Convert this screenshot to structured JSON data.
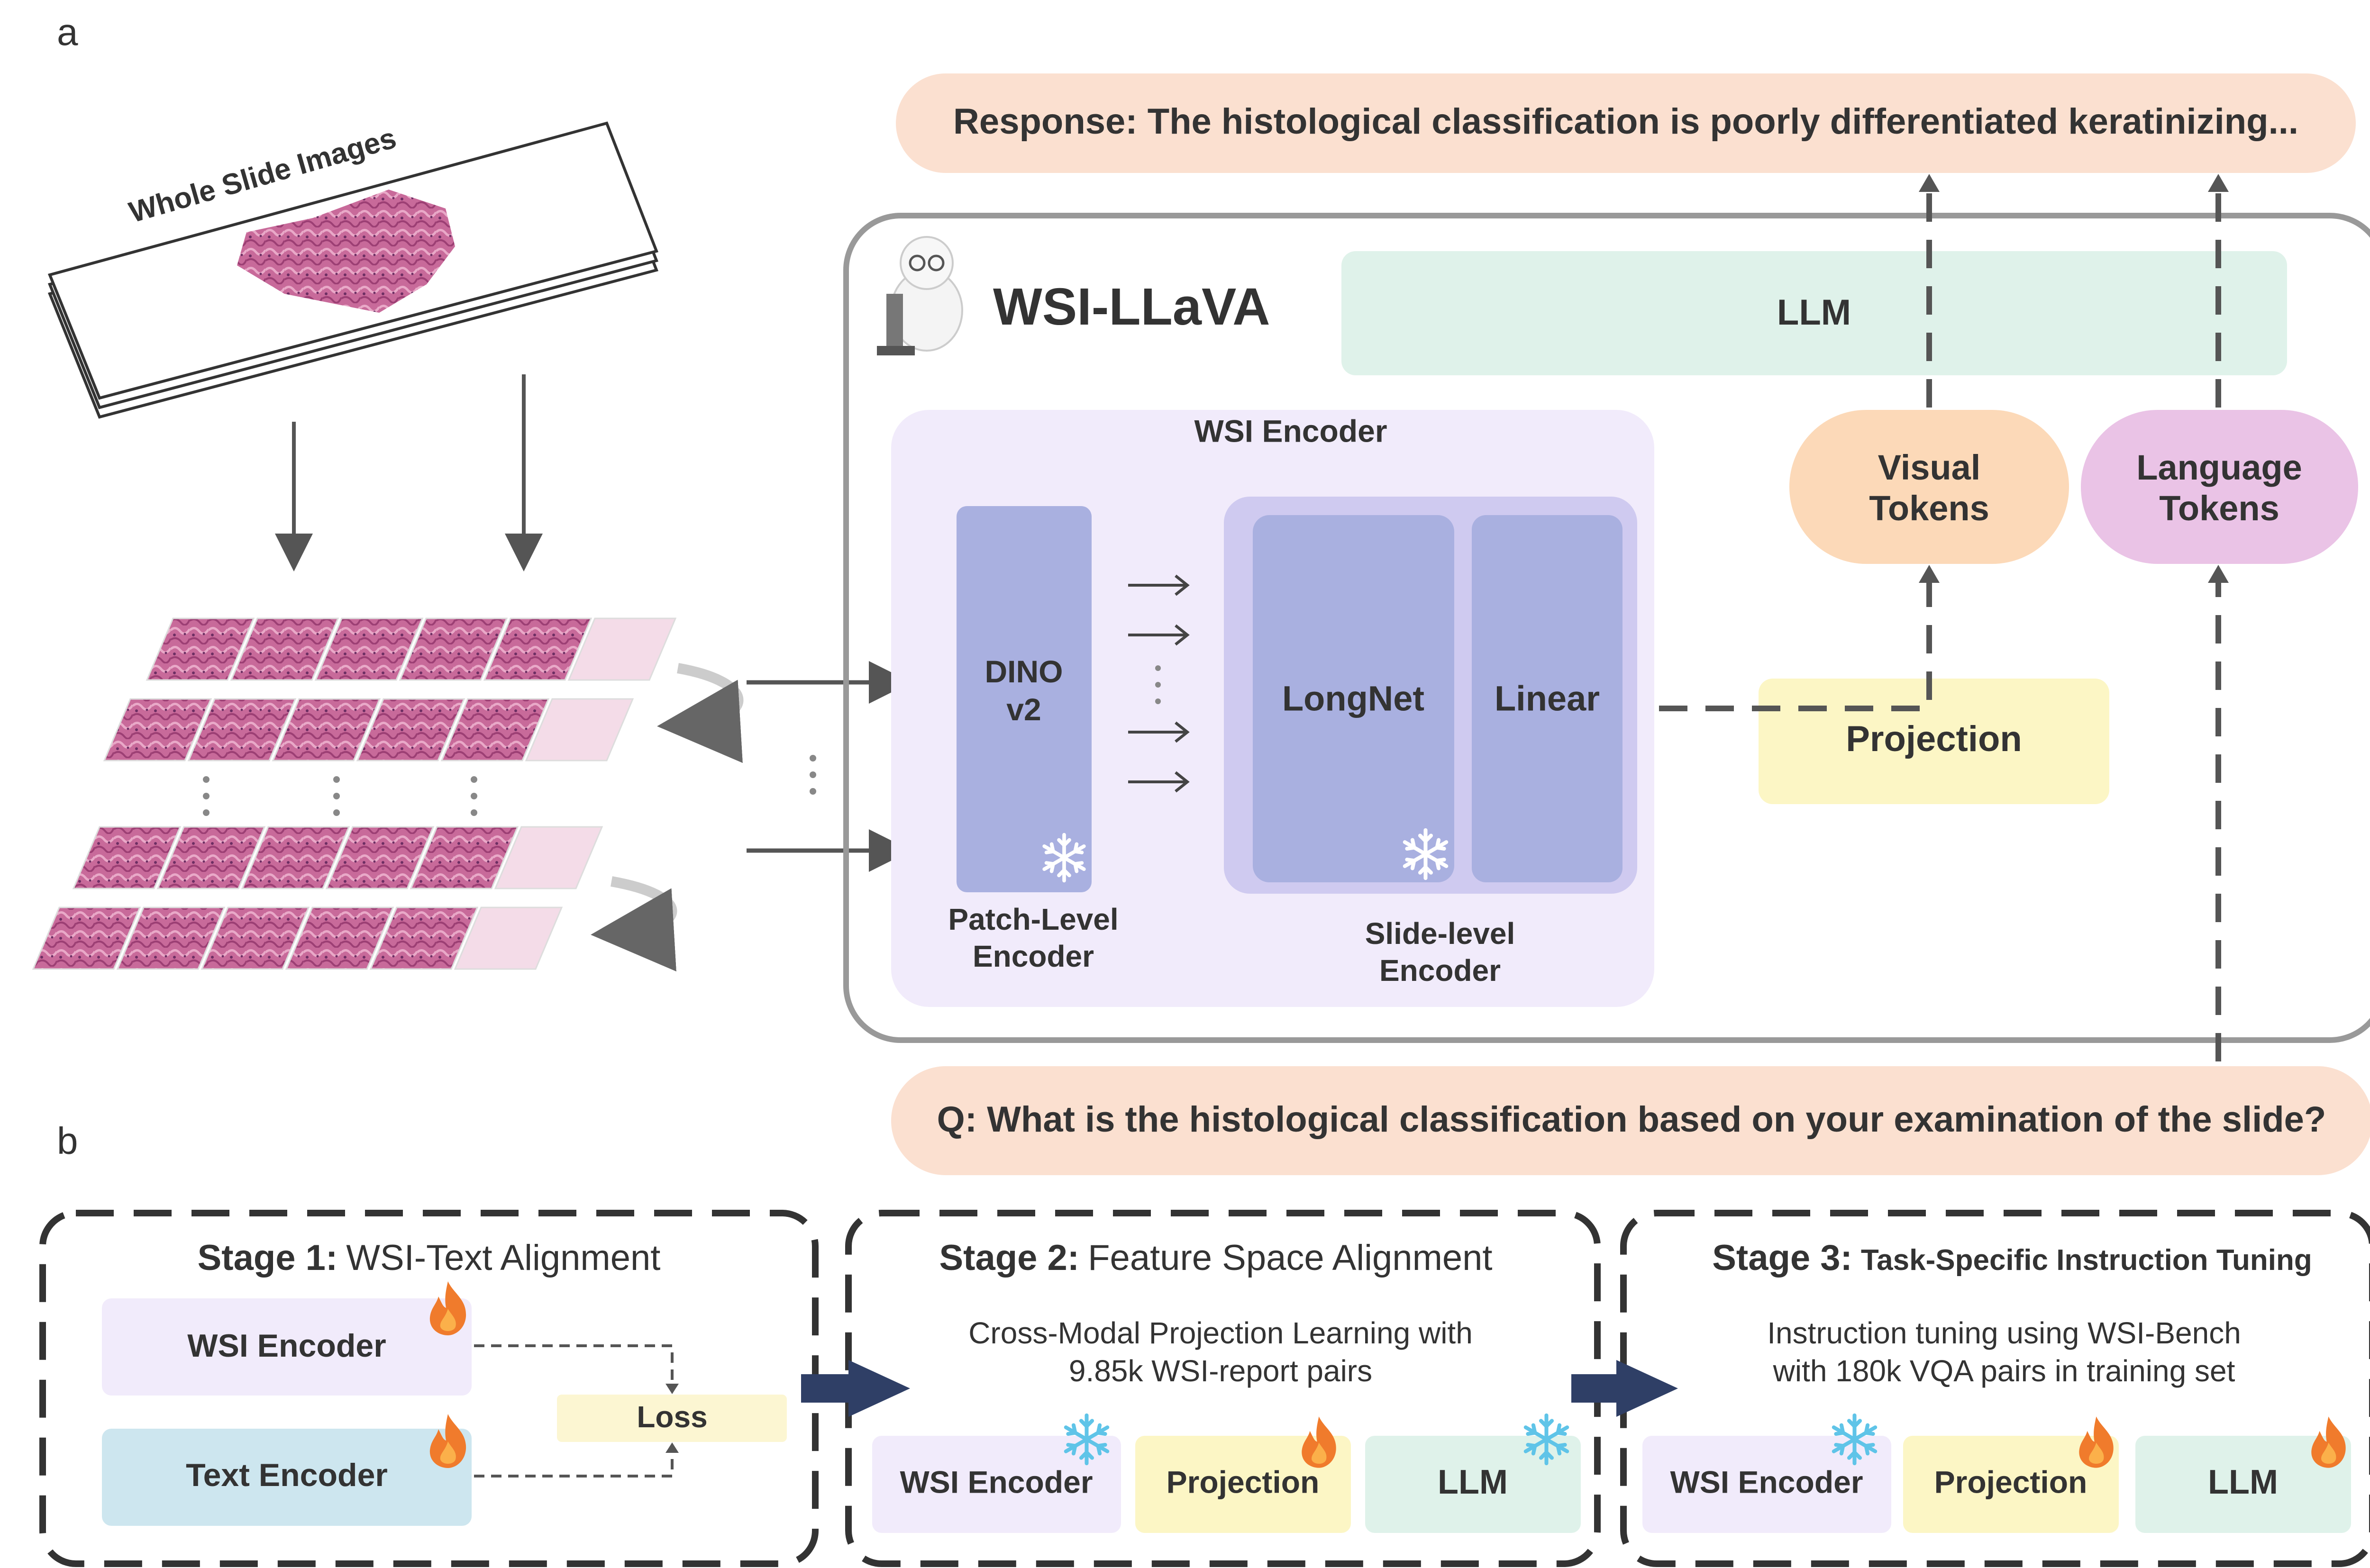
{
  "panel_labels": {
    "a": "a",
    "b": "b"
  },
  "panel_a": {
    "wsi_label": "Whole Slide Images",
    "response": "Response: The histological classification is poorly differentiated keratinizing...",
    "question": "Q: What is the histological classification based on your examination of the slide?",
    "model_name": "WSI-LLaVA",
    "llm": "LLM",
    "wsi_encoder_title": "WSI Encoder",
    "dino_line1": "DINO",
    "dino_line2": "v2",
    "longnet": "LongNet",
    "linear": "Linear",
    "patch_level_line1": "Patch-Level",
    "patch_level_line2": "Encoder",
    "slide_level_line1": "Slide-level",
    "slide_level_line2": "Encoder",
    "projection": "Projection",
    "visual_tokens_line1": "Visual",
    "visual_tokens_line2": "Tokens",
    "language_tokens_line1": "Language",
    "language_tokens_line2": "Tokens"
  },
  "panel_b": {
    "stage1": {
      "title_bold": "Stage 1:",
      "title_rest": "WSI-Text Alignment",
      "wsi_encoder": "WSI Encoder",
      "text_encoder": "Text Encoder",
      "loss": "Loss"
    },
    "stage2": {
      "title_bold": "Stage 2:",
      "title_rest": "Feature Space Alignment",
      "desc_line1": "Cross-Modal Projection Learning with",
      "desc_line2": "9.85k WSI-report pairs",
      "wsi_encoder": "WSI Encoder",
      "projection": "Projection",
      "llm": "LLM"
    },
    "stage3": {
      "title_bold": "Stage 3:",
      "title_rest": "Task-Specific Instruction Tuning",
      "desc_line1": "Instruction tuning using WSI-Bench",
      "desc_line2": "with 180k VQA pairs in training set",
      "wsi_encoder": "WSI Encoder",
      "projection": "Projection",
      "llm": "LLM"
    }
  },
  "colors": {
    "response_bg": "#fbe0d0",
    "llm_bg": "#dff2ea",
    "encoder_bg": "#f1ebfb",
    "encoder_block": "#a9b0e0",
    "slide_group": "#cfcaf0",
    "projection_bg": "#fcf6c5",
    "visual_tokens": "#fcd9b8",
    "language_tokens": "#eac3e6",
    "text_encoder": "#cde6ef",
    "loss_bg": "#fcf6d2",
    "arrow_navy": "#2f3f66",
    "fire": "#f07b2c",
    "snow": "#5fc4e8"
  }
}
